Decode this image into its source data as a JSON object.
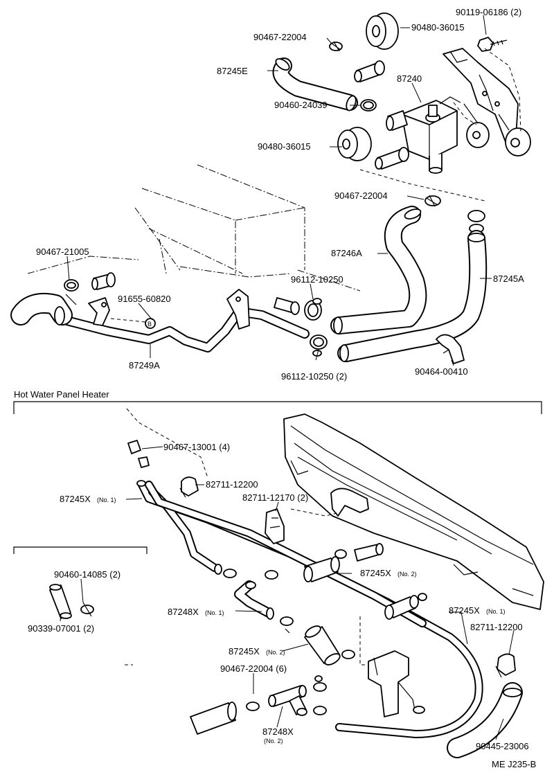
{
  "section_label": "Hot Water Panel Heater",
  "footer_code": "ME J235-B",
  "labels": {
    "p90119_06186": "90119-06186 (2)",
    "p90480_36015_top": "90480-36015",
    "p90467_22004_top": "90467-22004",
    "p87245E": "87245E",
    "p87240": "87240",
    "p90460_24039": "90460-24039",
    "p90480_36015_mid": "90480-36015",
    "p90467_22004_mid": "90467-22004",
    "p90467_21005": "90467-21005",
    "p87246A": "87246A",
    "p96112_10250_a": "96112-10250",
    "p87245A": "87245A",
    "p91655_60820": "91655-60820",
    "p96112_10250_b": "96112-10250 (2)",
    "p90464_00410": "90464-00410",
    "p87249A": "87249A",
    "p90467_13001": "90467-13001 (4)",
    "p82711_12200_a": "82711-12200",
    "p87245X_no1_a": "87245X",
    "p87245X_no1_a_sub": "(No. 1)",
    "p82711_12170": "82711-12170 (2)",
    "p90460_14085": "90460-14085 (2)",
    "p87245X_no2_a": "87245X",
    "p87245X_no2_a_sub": "(No. 2)",
    "p90339_07001": "90339-07001 (2)",
    "p87248X_no1": "87248X",
    "p87248X_no1_sub": "(No. 1)",
    "p87245X_no1_b": "87245X",
    "p87245X_no1_b_sub": "(No. 1)",
    "p82711_12200_b": "82711-12200",
    "p87245X_no2_b": "87245X",
    "p87245X_no2_b_sub": "(No. 2)",
    "p90467_22004_bot": "90467-22004 (6)",
    "p87248X_no2": "87248X",
    "p87248X_no2_sub": "(No. 2)",
    "p90445_23006": "90445-23006",
    "circle_b": "B"
  }
}
